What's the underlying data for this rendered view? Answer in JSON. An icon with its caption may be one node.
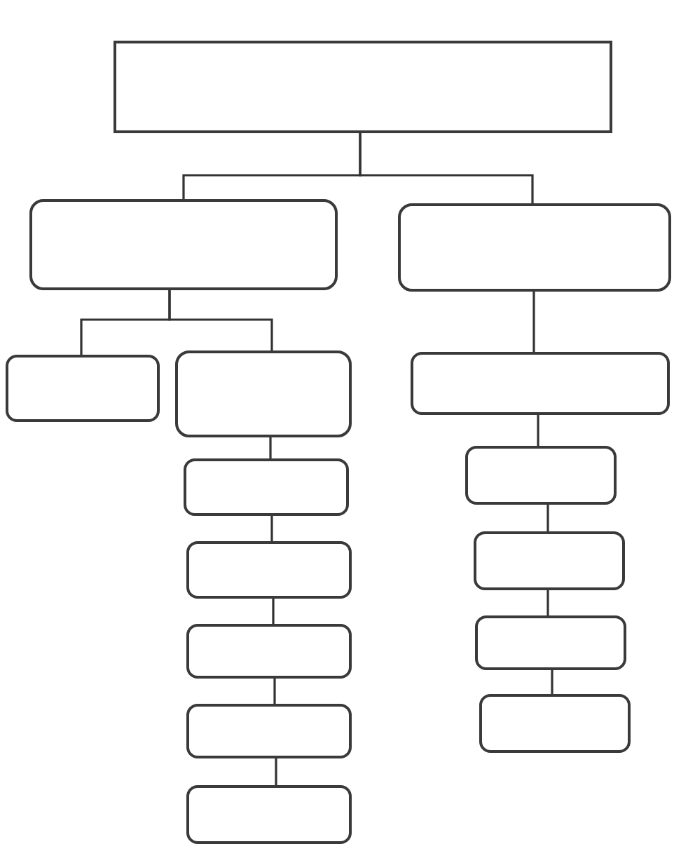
{
  "diagram": {
    "nodes": [
      {
        "text": [],
        "shape": "box"
      },
      {
        "text": [],
        "shape": "box"
      },
      {
        "text": [],
        "shape": "box"
      },
      {
        "text": [],
        "shape": "box"
      },
      {
        "text": [],
        "shape": "box"
      },
      {
        "text": [],
        "shape": "box"
      },
      {
        "text": [],
        "shape": "box"
      },
      {
        "text": [],
        "shape": "box"
      },
      {
        "text": [],
        "shape": "box"
      },
      {
        "text": [],
        "shape": "box"
      },
      {
        "text": [],
        "shape": "box"
      },
      {
        "text": [],
        "shape": "box"
      },
      {
        "text": [],
        "shape": "box"
      },
      {
        "text": [],
        "shape": "box"
      },
      {
        "text": [],
        "shape": "box"
      }
    ],
    "edges": [
      {
        "from": 0,
        "to": 1,
        "arrow": "none"
      },
      {
        "from": 0,
        "to": 2,
        "arrow": "none"
      },
      {
        "from": 1,
        "to": 3,
        "arrow": "none"
      },
      {
        "from": 1,
        "to": 4,
        "arrow": "none"
      },
      {
        "from": 4,
        "to": 5,
        "arrow": "none"
      },
      {
        "from": 5,
        "to": 6,
        "arrow": "none"
      },
      {
        "from": 6,
        "to": 7,
        "arrow": "none"
      },
      {
        "from": 7,
        "to": 8,
        "arrow": "none"
      },
      {
        "from": 8,
        "to": 9,
        "arrow": "none"
      },
      {
        "from": 2,
        "to": 10,
        "arrow": "none"
      },
      {
        "from": 10,
        "to": 11,
        "arrow": "none"
      },
      {
        "from": 11,
        "to": 12,
        "arrow": "none"
      },
      {
        "from": 12,
        "to": 13,
        "arrow": "none"
      },
      {
        "from": 13,
        "to": 14,
        "arrow": "none"
      }
    ]
  }
}
